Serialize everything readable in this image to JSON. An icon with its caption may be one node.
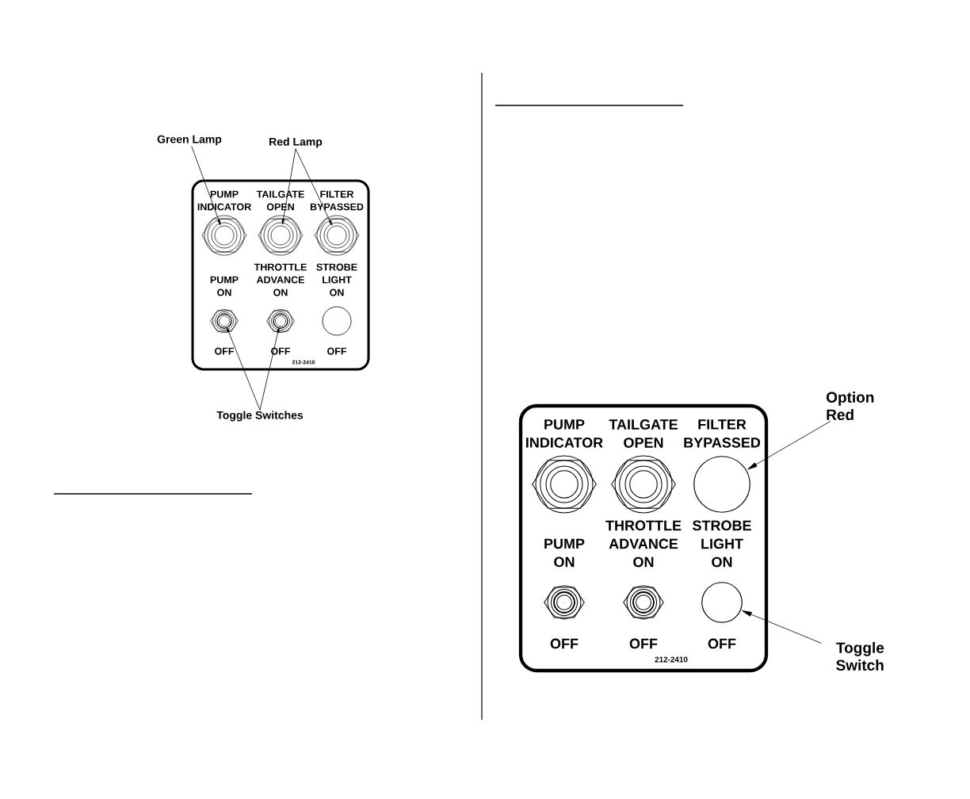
{
  "diagram": {
    "nodes": [
      {
        "text": [
          "PUMP INDICATOR",
          "TAILGATE OPEN",
          "FILTER BYPASSED",
          "PUMP ON",
          "THROTTLE ADVANCE ON",
          "STROBE LIGHT ON",
          "OFF",
          "OFF",
          "OFF",
          "212-2410"
        ]
      },
      {
        "text": [],
        "shape": "circle",
        "in": 0
      },
      {
        "text": [],
        "shape": "circle",
        "in": 0
      },
      {
        "text": [],
        "shape": "circle",
        "in": 0
      },
      {
        "text": [],
        "shape": "circle",
        "in": 0
      },
      {
        "text": [],
        "shape": "circle",
        "in": 0
      },
      {
        "text": [],
        "shape": "circle",
        "in": 0
      },
      {
        "text": [
          "Green Lamp"
        ]
      },
      {
        "text": [
          "Red Lamp"
        ]
      },
      {
        "text": [
          "Toggle Switches"
        ]
      },
      {
        "text": [
          "PUMP INDICATOR",
          "TAILGATE OPEN",
          "FILTER BYPASSED",
          "PUMP ON",
          "THROTTLE ADVANCE ON",
          "STROBE LIGHT ON",
          "OFF",
          "OFF",
          "OFF",
          "212-2410"
        ]
      },
      {
        "text": [],
        "shape": "circle",
        "in": 10
      },
      {
        "text": [],
        "shape": "circle",
        "in": 10
      },
      {
        "text": [],
        "shape": "circle",
        "in": 10
      },
      {
        "text": [],
        "shape": "circle",
        "in": 10
      },
      {
        "text": [],
        "shape": "circle",
        "in": 10
      },
      {
        "text": [],
        "shape": "circle",
        "in": 10
      },
      {
        "text": [
          "Option Red"
        ]
      },
      {
        "text": [
          "Toggle Switch"
        ]
      }
    ],
    "edges": [
      {
        "from": 7,
        "to": 1,
        "arrow": "to"
      },
      {
        "from": 8,
        "to": 2,
        "arrow": "to"
      },
      {
        "from": 8,
        "to": 3,
        "arrow": "to"
      },
      {
        "from": 9,
        "to": 4,
        "arrow": "to"
      },
      {
        "from": 9,
        "to": 5,
        "arrow": "to"
      },
      {
        "from": 17,
        "to": 13,
        "arrow": "to"
      },
      {
        "from": 18,
        "to": 16,
        "arrow": "to"
      }
    ]
  }
}
